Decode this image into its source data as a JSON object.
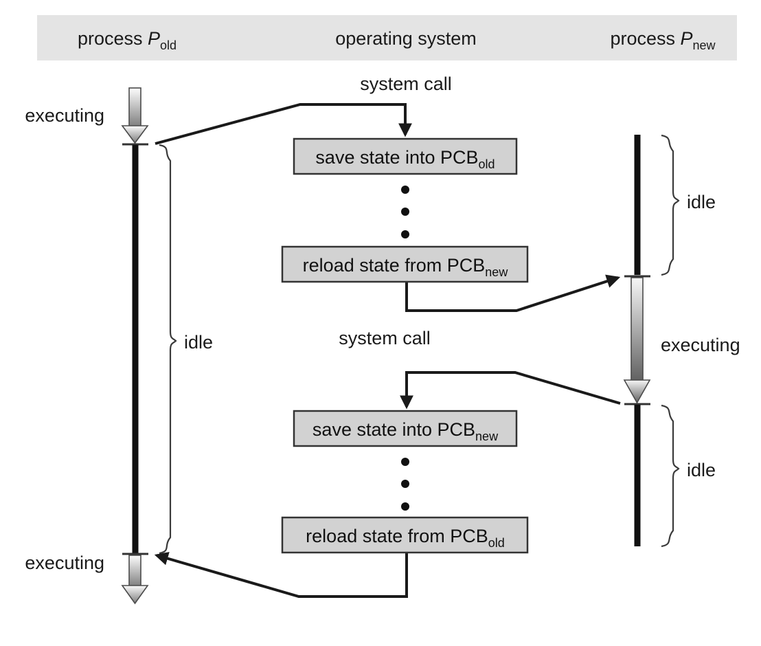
{
  "header": {
    "left": {
      "prefix": "process ",
      "symbol": "P",
      "sub": "old"
    },
    "center": {
      "label": "operating system"
    },
    "right": {
      "prefix": "process ",
      "symbol": "P",
      "sub": "new"
    }
  },
  "labels": {
    "system_call_1": "system call",
    "system_call_2": "system call",
    "executing_left_top": "executing",
    "executing_left_bottom": "executing",
    "executing_right": "executing",
    "idle_left": "idle",
    "idle_right_top": "idle",
    "idle_right_bottom": "idle"
  },
  "boxes": [
    {
      "id": "save-old",
      "text": "save state into PCB",
      "sub": "old"
    },
    {
      "id": "reload-new",
      "text": "reload state from PCB",
      "sub": "new"
    },
    {
      "id": "save-new",
      "text": "save state into PCB",
      "sub": "new"
    },
    {
      "id": "reload-old",
      "text": "reload state from PCB",
      "sub": "old"
    }
  ],
  "colors": {
    "header_bar": "#e4e4e4",
    "box_fill": "#d2d2d2",
    "box_stroke": "#333333",
    "line": "#1a1a1a",
    "timeline_black": "#111111",
    "arrow_gradient_start": "#f2f2f2",
    "arrow_gradient_end": "#6e6e6e"
  }
}
